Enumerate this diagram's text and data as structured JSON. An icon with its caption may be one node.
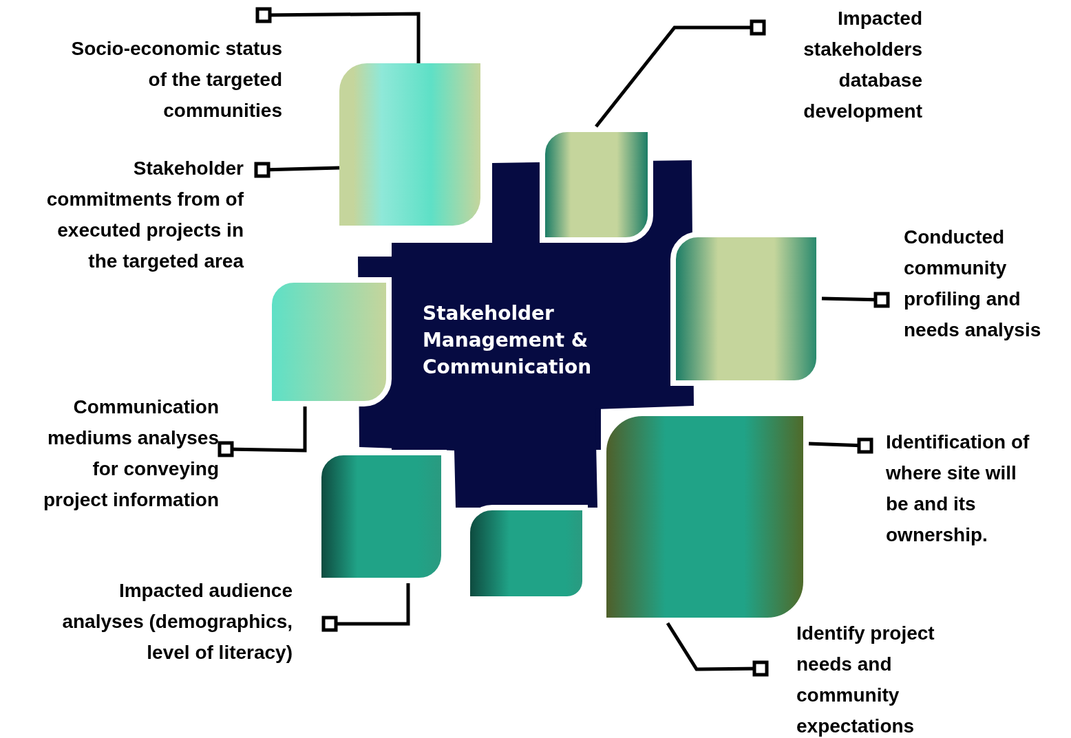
{
  "diagram": {
    "nodes": [
      {
        "text": [
          "Stakeholder Management & Communication"
        ]
      },
      {
        "text": [],
        "shape": "box"
      },
      {
        "text": [],
        "shape": "box"
      },
      {
        "text": [],
        "shape": "box"
      },
      {
        "text": [],
        "shape": "box"
      },
      {
        "text": [],
        "shape": "box"
      },
      {
        "text": [],
        "shape": "box"
      },
      {
        "text": [],
        "shape": "box"
      },
      {
        "text": [
          "Socio-economic status of the targeted communities"
        ]
      },
      {
        "text": [
          "Impacted stakeholders database development"
        ]
      },
      {
        "text": [
          "Stakeholder commitments from of executed projects in the targeted area"
        ]
      },
      {
        "text": [
          "Conducted community profiling and needs analysis"
        ]
      },
      {
        "text": [
          "Communication mediums analyses for conveying project information"
        ]
      },
      {
        "text": [
          "Identification of where site will be and its ownership."
        ]
      },
      {
        "text": [
          "Impacted audience analyses (demographics, level of literacy)"
        ]
      },
      {
        "text": [
          "Identify project needs and community expectations"
        ]
      }
    ],
    "edges": [
      {
        "from": 1,
        "to": 8,
        "arrow": "other"
      },
      {
        "from": 1,
        "to": 10,
        "arrow": "other"
      },
      {
        "from": 2,
        "to": 9,
        "arrow": "other"
      },
      {
        "from": 3,
        "to": 11,
        "arrow": "other"
      },
      {
        "from": 4,
        "to": 12,
        "arrow": "other"
      },
      {
        "from": 5,
        "to": 13,
        "arrow": "other"
      },
      {
        "from": 5,
        "to": 15,
        "arrow": "other"
      },
      {
        "from": 6,
        "to": 14,
        "arrow": "other"
      }
    ]
  }
}
